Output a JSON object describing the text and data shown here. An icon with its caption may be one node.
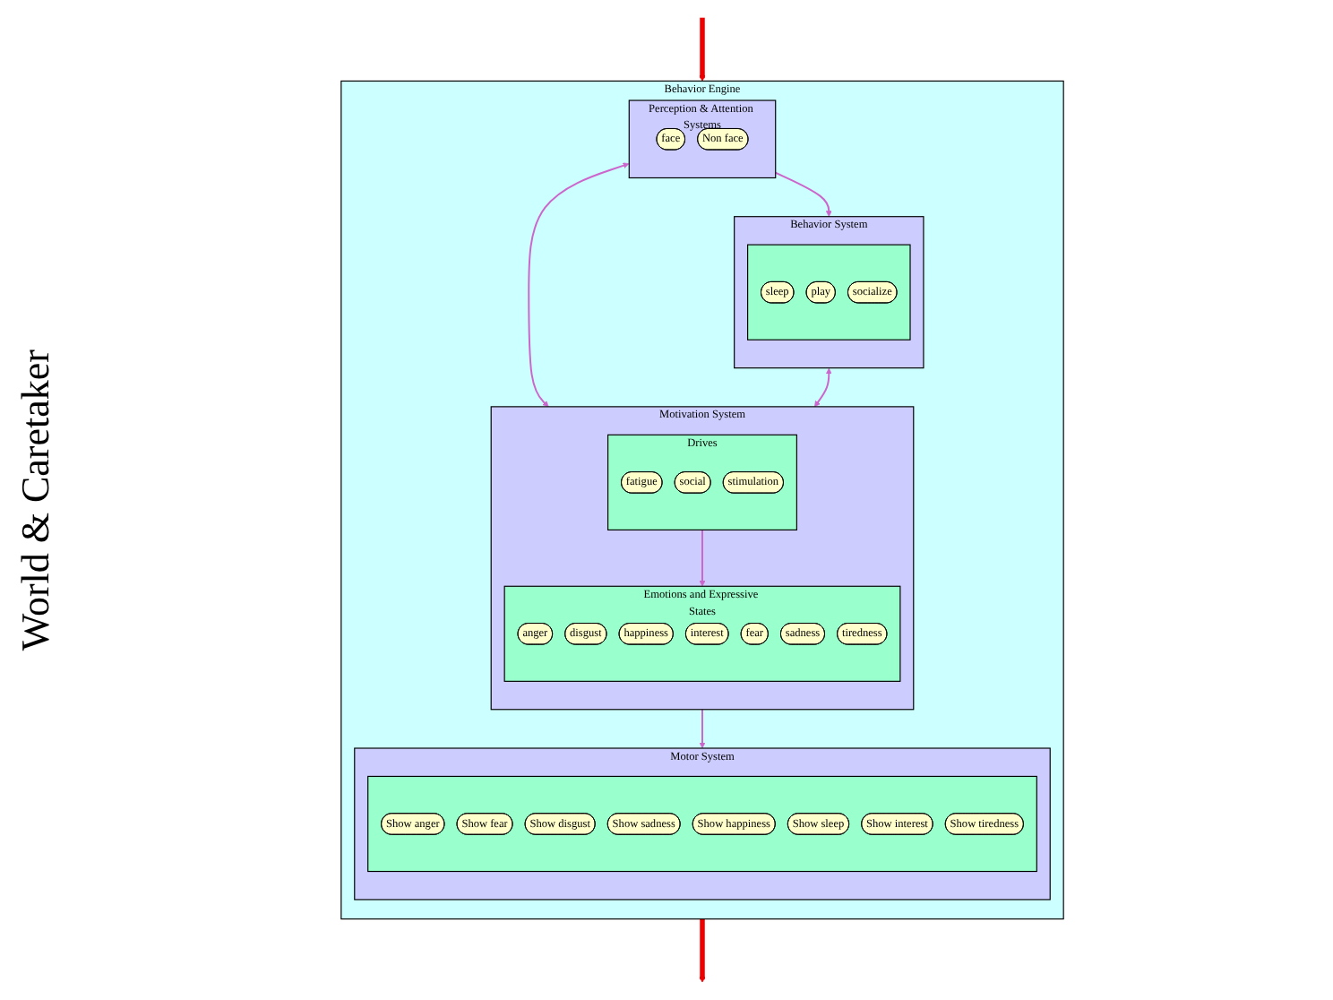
{
  "diagram": {
    "nodes": [
      {
        "text": [
          "Behavior Engine"
        ]
      },
      {
        "text": [
          "Perception & Attention Systems"
        ],
        "in": 0
      },
      {
        "text": [
          "face"
        ],
        "in": 1
      },
      {
        "text": [
          "Non face"
        ],
        "in": 1
      },
      {
        "text": [
          "Motivation System"
        ],
        "in": 0
      },
      {
        "text": [
          "Drives"
        ],
        "in": 4
      },
      {
        "text": [
          "fatigue"
        ],
        "in": 5
      },
      {
        "text": [
          "social"
        ],
        "in": 5
      },
      {
        "text": [
          "stimulation"
        ],
        "in": 5
      },
      {
        "text": [
          "Emotions and Expressive States"
        ],
        "in": 4
      },
      {
        "text": [
          "anger"
        ],
        "in": 9
      },
      {
        "text": [
          "disgust"
        ],
        "in": 9
      },
      {
        "text": [
          "happiness"
        ],
        "in": 9
      },
      {
        "text": [
          "interest"
        ],
        "in": 9
      },
      {
        "text": [
          "fear"
        ],
        "in": 9
      },
      {
        "text": [
          "sadness"
        ],
        "in": 9
      },
      {
        "text": [
          "tiredness"
        ],
        "in": 9
      },
      {
        "text": [
          "Behavior System"
        ],
        "in": 0
      },
      {
        "text": [],
        "shape": "box",
        "in": 17
      },
      {
        "text": [
          "sleep"
        ],
        "in": 18
      },
      {
        "text": [
          "play"
        ],
        "in": 18
      },
      {
        "text": [
          "socialize"
        ],
        "in": 18
      },
      {
        "text": [
          "Motor System"
        ],
        "in": 0
      },
      {
        "text": [],
        "shape": "box",
        "in": 22
      },
      {
        "text": [
          "Show anger"
        ],
        "in": 23
      },
      {
        "text": [
          "Show fear"
        ],
        "in": 23
      },
      {
        "text": [
          "Show disgust"
        ],
        "in": 23
      },
      {
        "text": [
          "Show sadness"
        ],
        "in": 23
      },
      {
        "text": [
          "Show happiness"
        ],
        "in": 23
      },
      {
        "text": [
          "Show sleep"
        ],
        "in": 23
      },
      {
        "text": [
          "Show interest"
        ],
        "in": 23
      },
      {
        "text": [
          "Show tiredness"
        ],
        "in": 23
      }
    ],
    "edges": [
      {
        "from": null,
        "to": 0,
        "arrow": "to",
        "style": "thick",
        "color": "#ee0000"
      },
      {
        "from": 1,
        "to": 4,
        "arrow": "both"
      },
      {
        "from": 1,
        "to": 17,
        "arrow": "to"
      },
      {
        "from": 5,
        "to": 9,
        "arrow": "to"
      },
      {
        "from": 17,
        "to": 4,
        "arrow": "both"
      },
      {
        "from": 4,
        "to": 22,
        "arrow": "to"
      },
      {
        "from": 0,
        "to": null,
        "arrow": "to",
        "style": "thick",
        "color": "#ee0000"
      }
    ],
    "labels": [
      "World & Caretaker"
    ]
  }
}
